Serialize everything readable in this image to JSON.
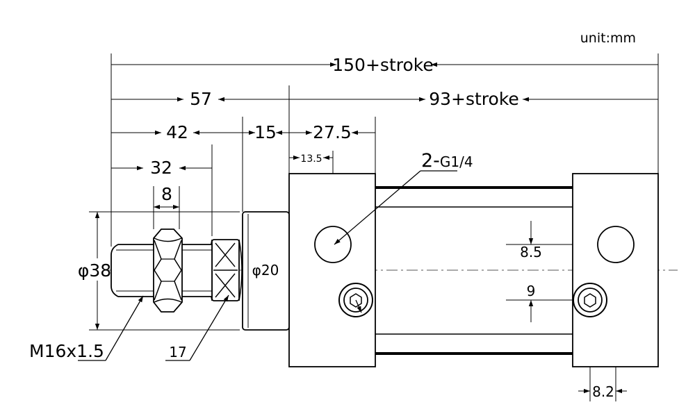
{
  "drawing": {
    "unit_note": "unit:mm",
    "dimensions": {
      "overall": "150+stroke",
      "rod_side": "57",
      "body_stroke": "93+stroke",
      "d42": "42",
      "d15": "15",
      "d27_5": "27.5",
      "d13_5": "13.5",
      "d32": "32",
      "d8": "8",
      "phi38": "φ38",
      "phi20": "φ20",
      "d8_5": "8.5",
      "d9": "9",
      "d8_2": "8.2"
    },
    "callouts": {
      "port_prefix": "2-",
      "port_size": "G1/4",
      "thread": "M16x1.5",
      "wrench": "17"
    }
  }
}
